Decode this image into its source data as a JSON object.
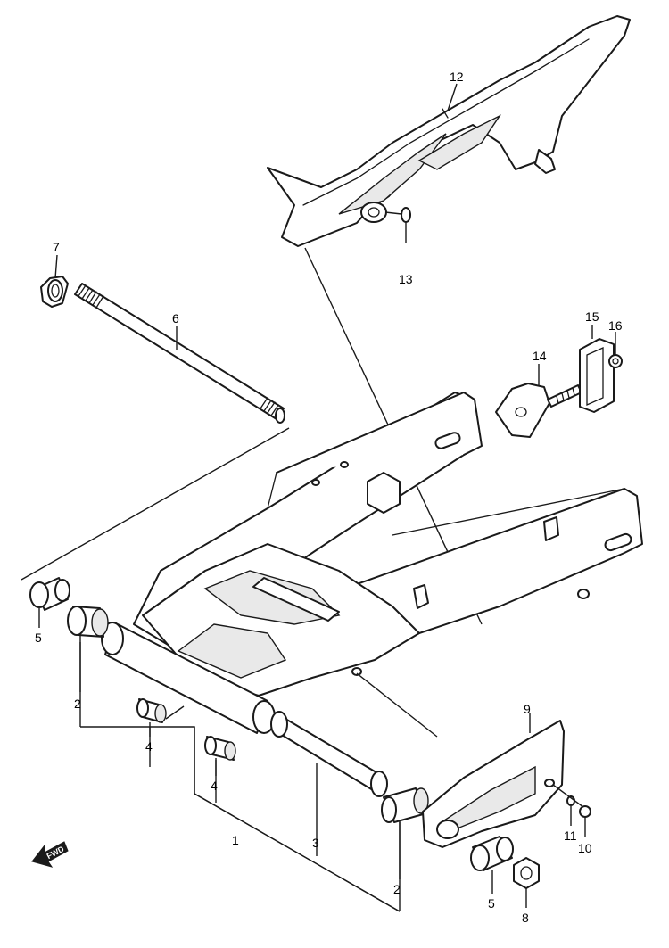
{
  "callouts": {
    "c1": "1",
    "c2a": "2",
    "c2b": "2",
    "c3": "3",
    "c4a": "4",
    "c4b": "4",
    "c5a": "5",
    "c5b": "5",
    "c6": "6",
    "c7": "7",
    "c8": "8",
    "c9": "9",
    "c10": "10",
    "c11": "11",
    "c12": "12",
    "c13": "13",
    "c14": "14",
    "c15": "15",
    "c16": "16"
  },
  "direction_badge": {
    "text": "FWD",
    "icon": "fwd-arrow-icon"
  }
}
